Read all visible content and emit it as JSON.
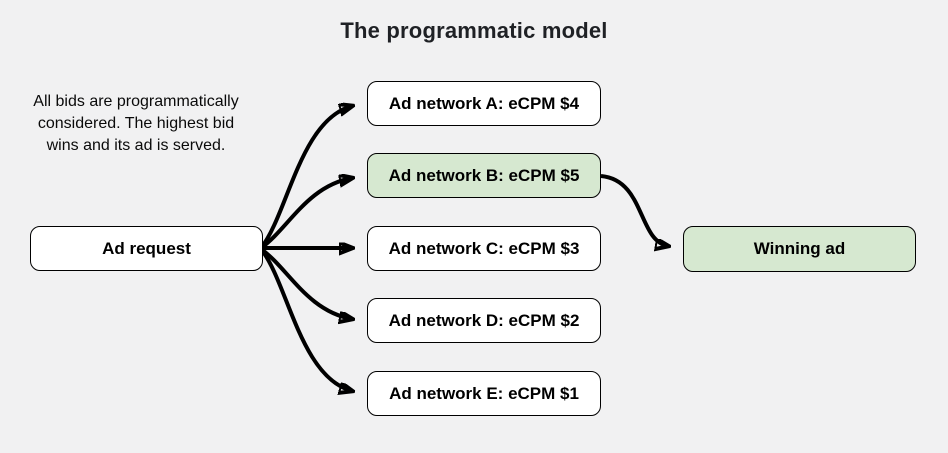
{
  "title": "The programmatic model",
  "note": {
    "lines": [
      "All bids are programmatically",
      "considered. The highest bid",
      "wins and its ad is served."
    ]
  },
  "nodes": {
    "ad_request": {
      "label": "Ad request"
    },
    "networks": [
      {
        "id": "A",
        "label": "Ad network A: eCPM $4",
        "highlighted": false
      },
      {
        "id": "B",
        "label": "Ad network B: eCPM $5",
        "highlighted": true
      },
      {
        "id": "C",
        "label": "Ad network C: eCPM $3",
        "highlighted": false
      },
      {
        "id": "D",
        "label": "Ad network D: eCPM $2",
        "highlighted": false
      },
      {
        "id": "E",
        "label": "Ad network E: eCPM $1",
        "highlighted": false
      }
    ],
    "winning": {
      "label": "Winning ad"
    }
  },
  "edges": [
    {
      "from": "ad_request",
      "to": "network-A"
    },
    {
      "from": "ad_request",
      "to": "network-B"
    },
    {
      "from": "ad_request",
      "to": "network-C"
    },
    {
      "from": "ad_request",
      "to": "network-D"
    },
    {
      "from": "ad_request",
      "to": "network-E"
    },
    {
      "from": "network-B",
      "to": "winning"
    }
  ],
  "colors": {
    "background": "#f1f1f2",
    "box_fill": "#ffffff",
    "highlight_fill": "#d6e8d0",
    "border": "#000000",
    "arrow": "#000000",
    "text": "#000000"
  }
}
